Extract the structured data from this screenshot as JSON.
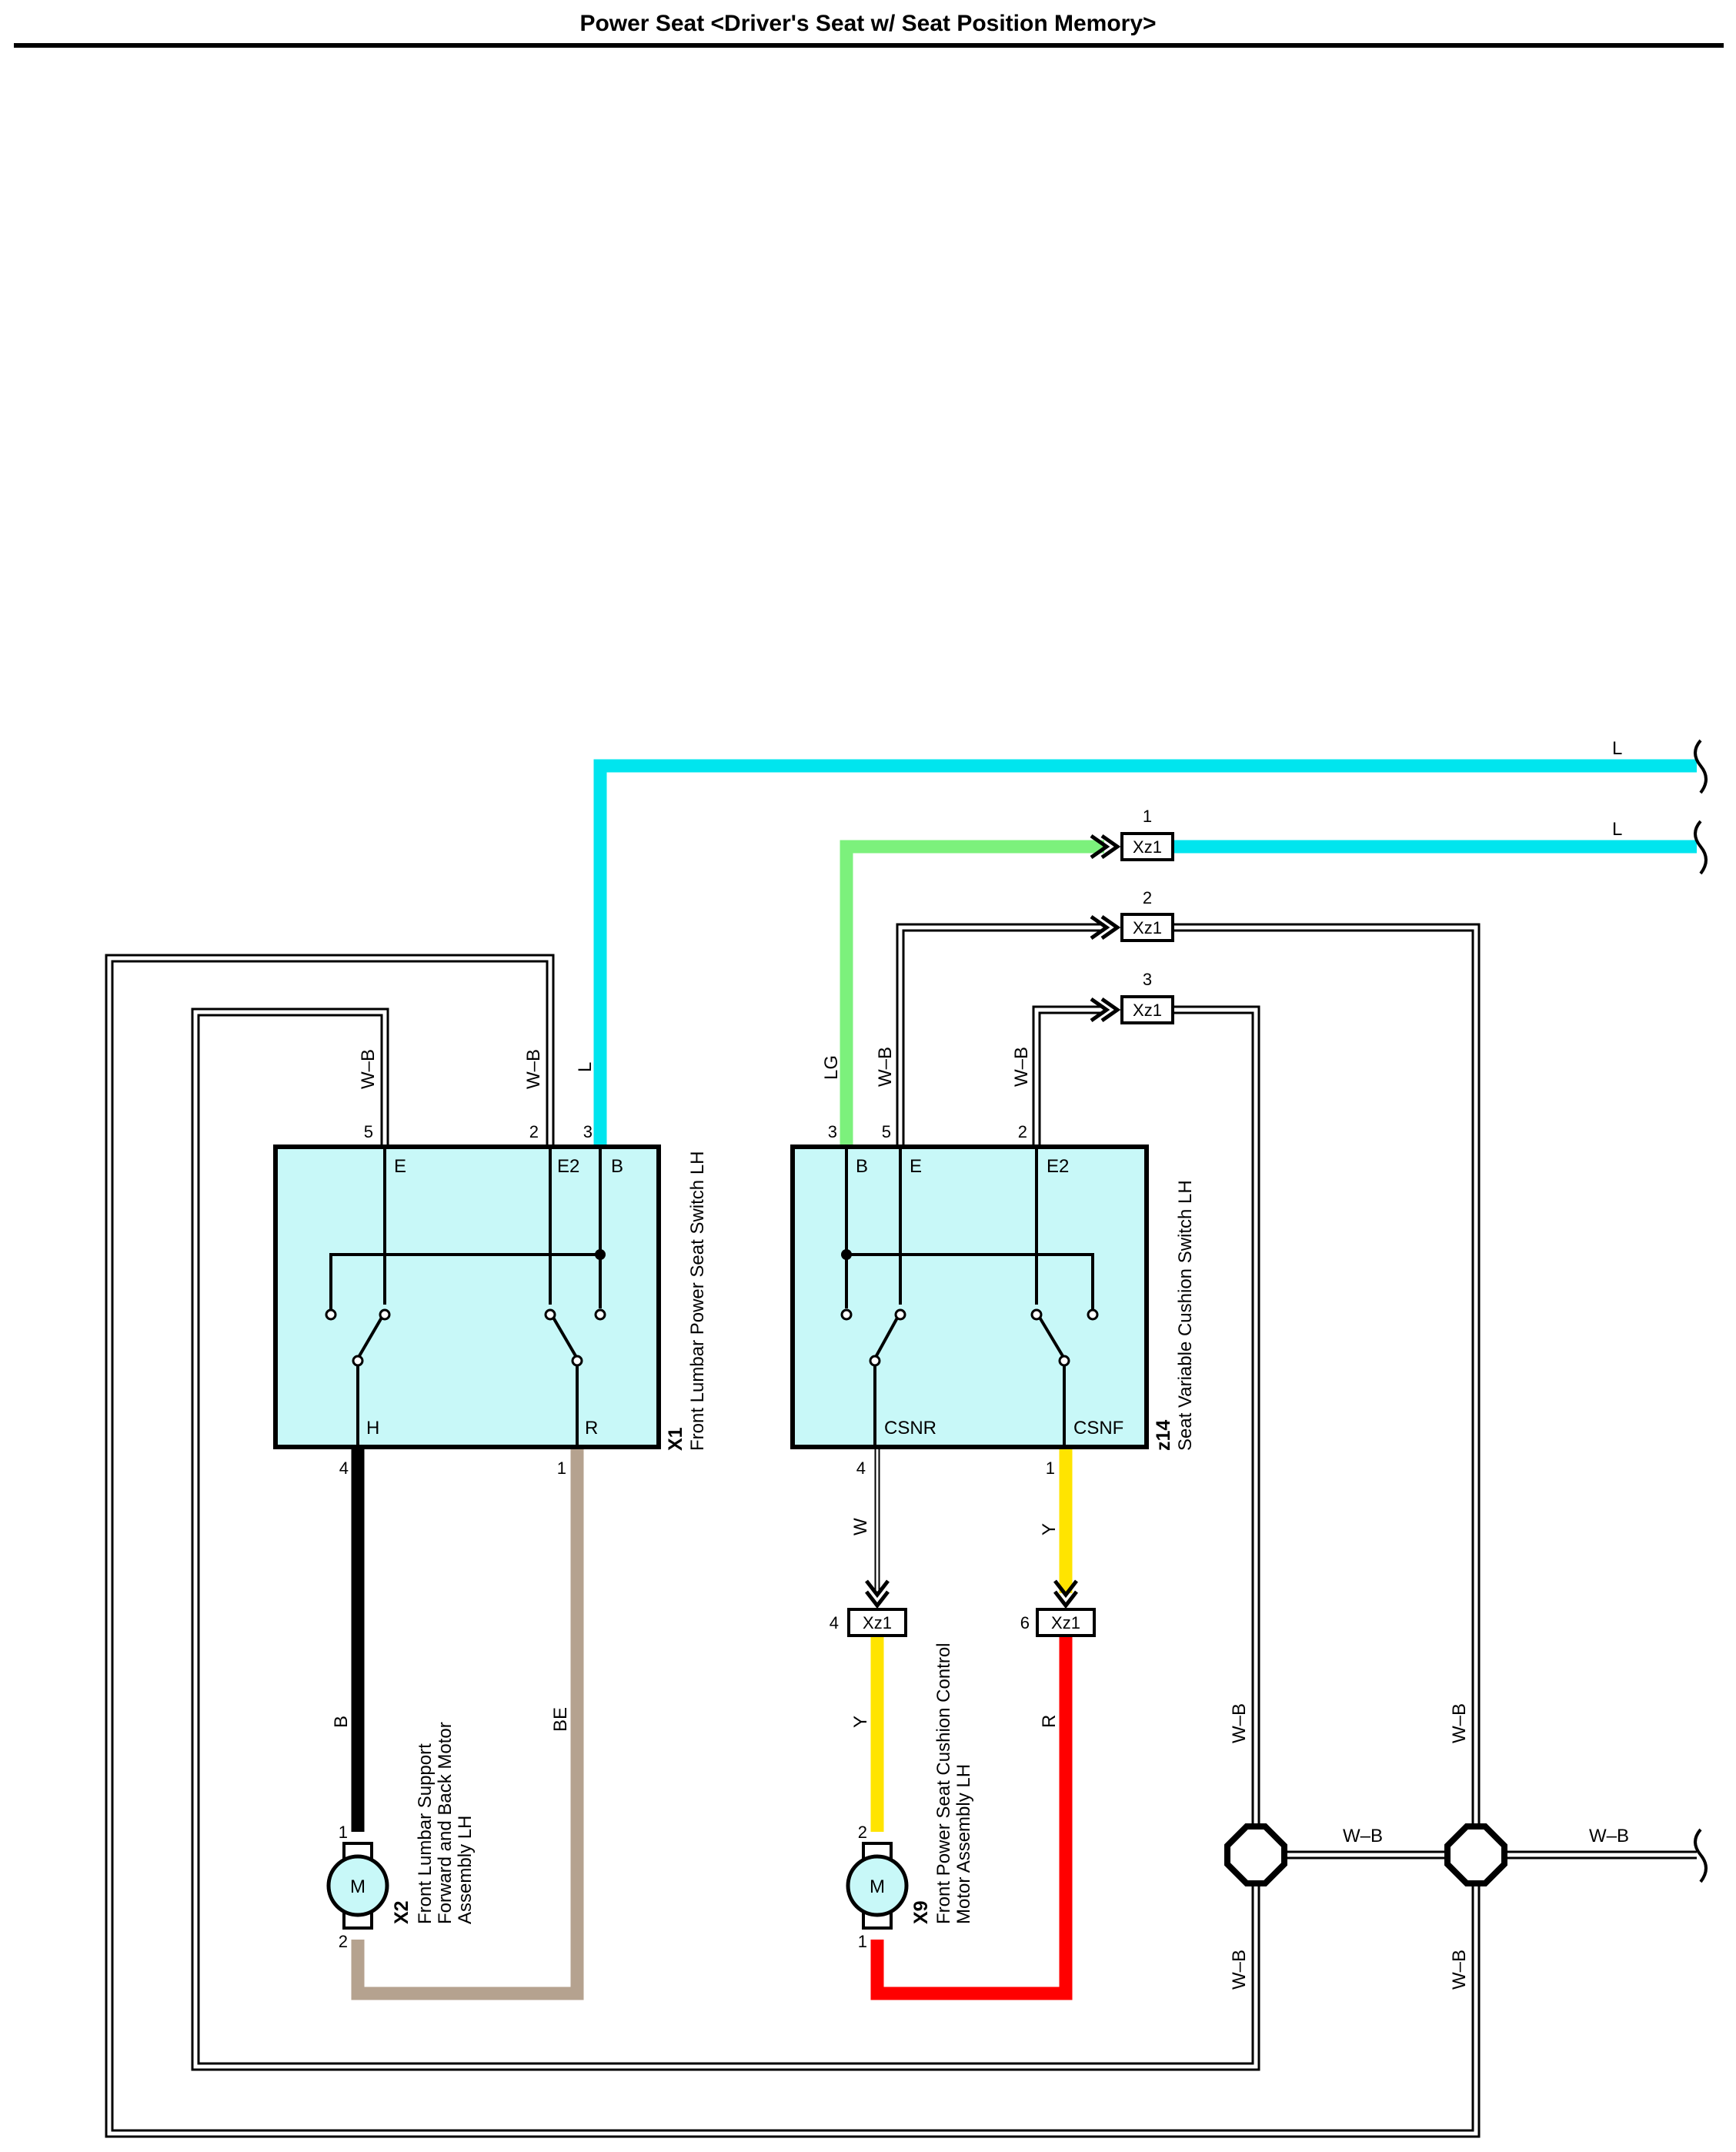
{
  "page": {
    "title": "Power Seat <Driver's Seat w/ Seat Position Memory>"
  },
  "colors": {
    "L": "#00e5ee",
    "LG": "#7cf17c",
    "B": "#000000",
    "BE": "#b5a28f",
    "W": "#ffffff",
    "Y": "#ffe400",
    "R": "#ff0000",
    "WB_outer": "#000000",
    "WB_inner": "#ffffff",
    "component_fill": "#c8f8f8"
  },
  "wires": {
    "l_top": "L",
    "l_xz1": "L",
    "wb_x1_5": "W–B",
    "wb_x1_2": "W–B",
    "l_x1_3": "L",
    "lg_z14_3": "LG",
    "wb_z14_5": "W–B",
    "wb_z14_2": "W–B",
    "b_x1_4": "B",
    "be_x1_1": "BE",
    "w_z14_4": "W",
    "y_z14_1": "Y",
    "y_x9_2": "Y",
    "r_x9_1": "R",
    "wb_vert_a_top": "W–B",
    "wb_vert_b_top": "W–B",
    "wb_vert_a_bot": "W–B",
    "wb_vert_b_bot": "W–B",
    "wb_mid": "W–B",
    "wb_right": "W–B"
  },
  "connectors": {
    "xz1_label": "Xz1",
    "xz1_pins": [
      "1",
      "2",
      "3",
      "4",
      "6"
    ]
  },
  "components": {
    "x1": {
      "id": "X1",
      "name": "Front Lumbar Power Seat Switch LH",
      "terminals": [
        "E",
        "E2",
        "B",
        "H",
        "R"
      ],
      "pins": [
        "5",
        "2",
        "3",
        "4",
        "1"
      ]
    },
    "z14": {
      "id": "z14",
      "name": "Seat Variable Cushion Switch LH",
      "terminals": [
        "B",
        "E",
        "E2",
        "CSNR",
        "CSNF"
      ],
      "pins": [
        "3",
        "5",
        "2",
        "4",
        "1"
      ]
    },
    "x2": {
      "id": "X2",
      "name_lines": [
        "Front Lumbar Support",
        "Forward and Back Motor",
        "Assembly LH"
      ],
      "motor": "M",
      "pins": [
        "1",
        "2"
      ]
    },
    "x9": {
      "id": "X9",
      "name_lines": [
        "Front Power Seat Cushion Control",
        "Motor Assembly LH"
      ],
      "motor": "M",
      "pins": [
        "2",
        "1"
      ]
    }
  }
}
